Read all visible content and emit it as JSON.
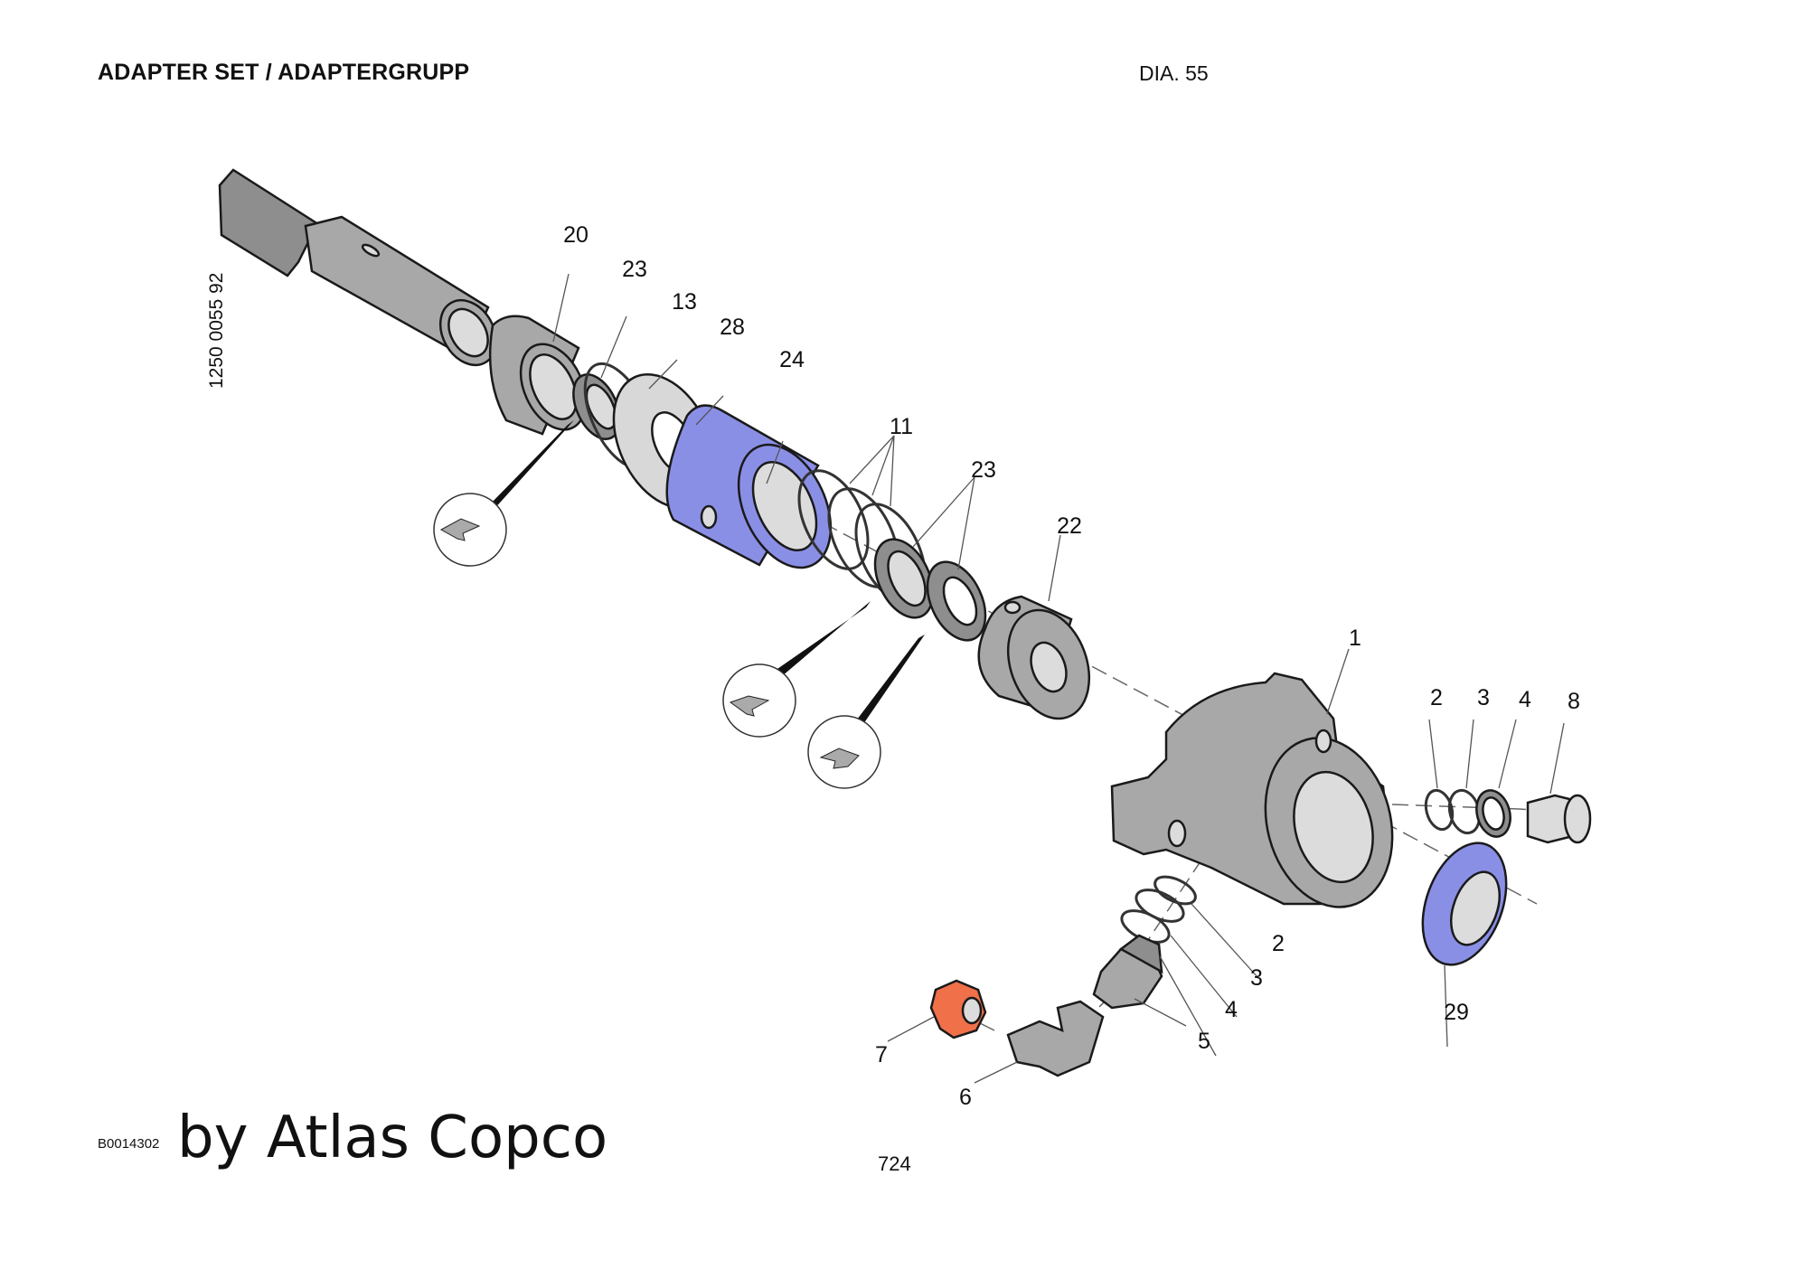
{
  "header": {
    "title": "ADAPTER SET / ADAPTERGRUPP",
    "diagram_number": "DIA. 55"
  },
  "catalog_number": "1250 0055 92",
  "footer": {
    "figure_id": "B0014302",
    "brand": "by Atlas Copco",
    "page_number": "724"
  },
  "colors": {
    "highlight_blue": "#8a8fe6",
    "highlight_orange": "#f0704a",
    "part_gray": "#a8a8a8"
  },
  "callouts": [
    {
      "id": "c20",
      "text": "20"
    },
    {
      "id": "c23a",
      "text": "23"
    },
    {
      "id": "c13",
      "text": "13"
    },
    {
      "id": "c28",
      "text": "28"
    },
    {
      "id": "c24",
      "text": "24"
    },
    {
      "id": "c11",
      "text": "11"
    },
    {
      "id": "c23b",
      "text": "23"
    },
    {
      "id": "c22",
      "text": "22"
    },
    {
      "id": "c1",
      "text": "1"
    },
    {
      "id": "c2a",
      "text": "2"
    },
    {
      "id": "c3a",
      "text": "3"
    },
    {
      "id": "c4a",
      "text": "4"
    },
    {
      "id": "c8",
      "text": "8"
    },
    {
      "id": "c2b",
      "text": "2"
    },
    {
      "id": "c3b",
      "text": "3"
    },
    {
      "id": "c4b",
      "text": "4"
    },
    {
      "id": "c5",
      "text": "5"
    },
    {
      "id": "c29",
      "text": "29"
    },
    {
      "id": "c7",
      "text": "7"
    },
    {
      "id": "c6",
      "text": "6"
    }
  ]
}
